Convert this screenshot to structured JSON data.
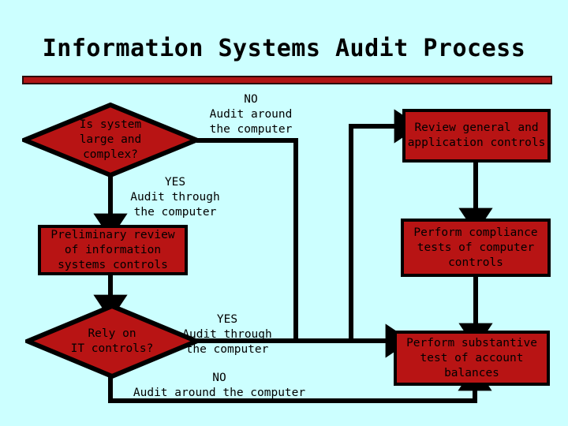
{
  "slide": {
    "title": "Information Systems Audit Process",
    "background_color": "#ccffff",
    "accent_color": "#b81414",
    "outline_color": "#000000",
    "text_color": "#000000"
  },
  "nodes": {
    "decision_large_complex": {
      "text": "Is system\nlarge and\ncomplex?",
      "shape": "diamond"
    },
    "decision_rely_it": {
      "text": "Rely on\nIT controls?",
      "shape": "diamond"
    },
    "preliminary_review": {
      "text": "Preliminary review\nof information\nsystems controls",
      "shape": "rectangle"
    },
    "review_general": {
      "text": "Review general and\napplication controls",
      "shape": "rectangle"
    },
    "perform_compliance": {
      "text": "Perform compliance\ntests of computer\ncontrols",
      "shape": "rectangle"
    },
    "perform_substantive": {
      "text": "Perform substantive\ntest of account\nbalances",
      "shape": "rectangle"
    }
  },
  "edge_labels": {
    "no_audit_around_top": "NO\nAudit around\nthe computer",
    "yes_audit_through_top": "YES\nAudit through\nthe computer",
    "yes_audit_through_bottom": "YES\nAudit through\nthe computer",
    "no_audit_around_bottom": "NO\nAudit around the computer"
  }
}
